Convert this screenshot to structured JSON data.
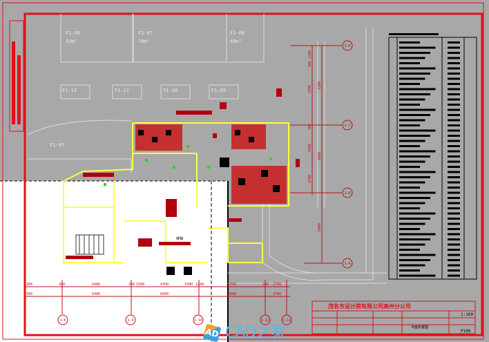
{
  "title_block": {
    "company": "茂名市设计院有限公司高州分公司",
    "drawing_name": "平面布置图",
    "scale": "1:100",
    "sheet_no": "P100"
  },
  "rooms": [
    {
      "id": "F1-06",
      "area": "53m²"
    },
    {
      "id": "F1-07",
      "area": "70m²"
    },
    {
      "id": "F1-08",
      "area": "40m²"
    },
    {
      "id": "F1-12"
    },
    {
      "id": "F1-11"
    },
    {
      "id": "F1-10"
    },
    {
      "id": "F1-09"
    },
    {
      "id": "F1-05"
    }
  ],
  "stair_label": "楼梯",
  "axes_bottom": [
    "1-8",
    "1-9",
    "1-10",
    "1-11",
    "1-12"
  ],
  "axes_right": [
    "1-D",
    "1-C",
    "1-B",
    "1-A"
  ],
  "dims_bottom_row1": [
    "300",
    "300",
    "5400",
    "300",
    "1500",
    "4700",
    "1500",
    "1200",
    "2700",
    "300",
    "2700"
  ],
  "dims_bottom_row2": [
    "300",
    "5400",
    "8400",
    "8400",
    "2700"
  ],
  "dims_right_inner": [
    "1200",
    "300",
    "2700",
    "300",
    "4500",
    "2700"
  ],
  "dims_right_outer": [
    "3300",
    "8400",
    "8400"
  ],
  "watermark": {
    "brand": "CAD之家",
    "badge": "AD"
  },
  "colors": {
    "background": "#a8a8a8",
    "frame": "#e0101a",
    "wall": "#ffff40",
    "furniture": "#b00010",
    "paper": "#ffffff"
  }
}
